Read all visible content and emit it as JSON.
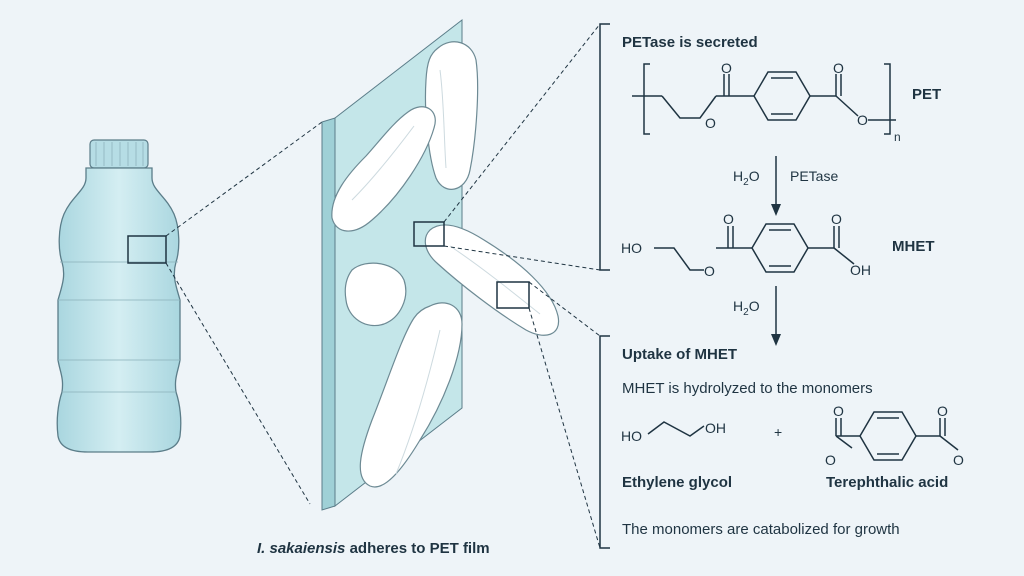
{
  "caption": {
    "species": "I. sakaiensis",
    "rest": " adheres to PET film"
  },
  "steps": {
    "secreted_title": "PETase is secreted",
    "uptake_title": "Uptake of MHET",
    "hydrolyzed": "MHET is hydrolyzed to the monomers",
    "catabolized": "The monomers are catabolized for growth"
  },
  "compounds": {
    "pet": "PET",
    "pet_subscript": "n",
    "mhet": "MHET",
    "ethylene_glycol": "Ethylene glycol",
    "terephthalic_acid": "Terephthalic acid",
    "plus": "+"
  },
  "reactions": {
    "water_1": "H",
    "water_1_sub": "2",
    "water_1_end": "O",
    "enzyme": "PETase",
    "water_2": "H",
    "water_2_sub": "2",
    "water_2_end": "O"
  },
  "atoms": {
    "o": "O",
    "ho": "HO",
    "oh": "OH"
  },
  "colors": {
    "background": "#eef4f8",
    "bottle": "#c6e8ee",
    "film": "#bfe3e6",
    "bacteria": "#ffffff",
    "ink": "#1f3442"
  }
}
